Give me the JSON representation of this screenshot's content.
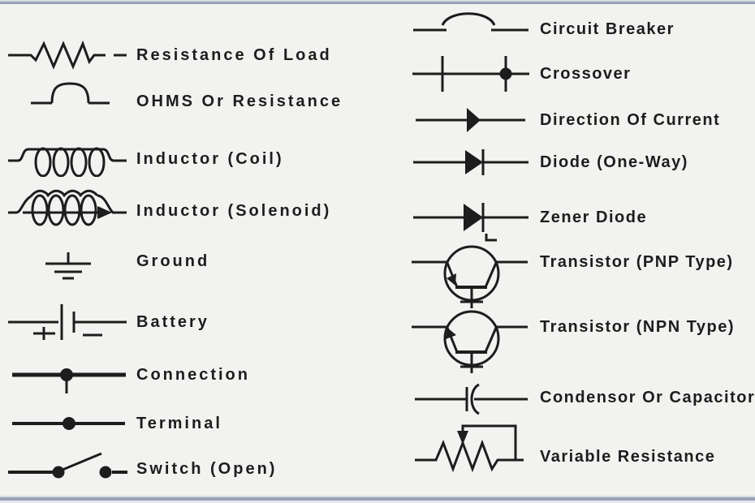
{
  "theme": {
    "background": "#f2f2f0",
    "ink": "#1d1d1d",
    "top_bottom_band": "#98a3b7",
    "band_light": "#d6dbe4"
  },
  "legend": {
    "left": [
      {
        "icon": "resistor-icon",
        "label": "Resistance Of Load"
      },
      {
        "icon": "ohms-resistance-icon",
        "label": "OHMS Or Resistance"
      },
      {
        "icon": "inductor-coil-icon",
        "label": "Inductor (Coil)"
      },
      {
        "icon": "inductor-solenoid-icon",
        "label": "Inductor (Solenoid)"
      },
      {
        "icon": "ground-icon",
        "label": "Ground"
      },
      {
        "icon": "battery-icon",
        "label": "Battery"
      },
      {
        "icon": "connection-icon",
        "label": "Connection"
      },
      {
        "icon": "terminal-icon",
        "label": "Terminal"
      },
      {
        "icon": "switch-open-icon",
        "label": "Switch (Open)"
      }
    ],
    "right": [
      {
        "icon": "circuit-breaker-icon",
        "label": "Circuit Breaker"
      },
      {
        "icon": "crossover-icon",
        "label": "Crossover"
      },
      {
        "icon": "direction-of-current-icon",
        "label": "Direction Of Current"
      },
      {
        "icon": "diode-icon",
        "label": "Diode (One-Way)"
      },
      {
        "icon": "zener-diode-icon",
        "label": "Zener Diode"
      },
      {
        "icon": "transistor-pnp-icon",
        "label": "Transistor (PNP Type)"
      },
      {
        "icon": "transistor-npn-icon",
        "label": "Transistor (NPN Type)"
      },
      {
        "icon": "capacitor-icon",
        "label": "Condensor Or Capacitor"
      },
      {
        "icon": "variable-resistance-icon",
        "label": "Variable Resistance"
      }
    ]
  }
}
